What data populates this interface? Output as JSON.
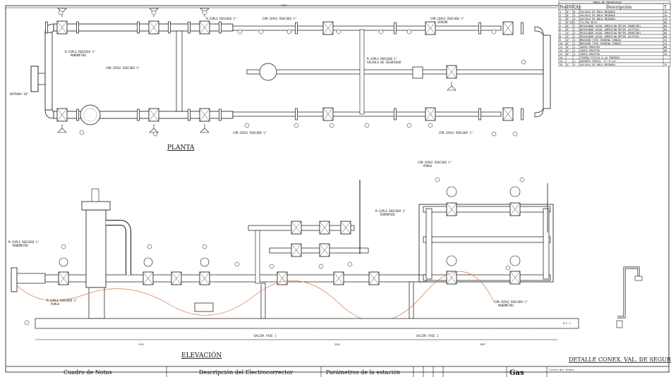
{
  "views": {
    "plan_title": "PLANTA",
    "elevation_title": "ELEVACIÓN",
    "detail_title": "DETALLE CONEX. VAL. DE SEGURIDAD"
  },
  "plan_labels": {
    "inlet_tie": "ENTRADA 10\"",
    "manometro_1": "M.COPLE ROSCADO ½\"",
    "manometro_1b": "MANÓMETRO",
    "manometro_center": "COM.COPLE ROSCADO ½\"",
    "manometro_top_1": "M.COPLE ROSCADO ½\"",
    "manometro_top_2": "COM.COPLE ROSCADO ½\"",
    "sensor_top": "COM.COPLE ROSCADO ½\"",
    "sensor_top_b": "SENSOR",
    "relief_valve": "M.COPLE ROSCADO 1\"",
    "relief_valve_b": "VÁLVULA DE SEGURIDAD",
    "bottom_sensor_1": "COM.COPLE ROSCADO ½\"",
    "bottom_sensor_2": "COM.COPLE ROSCADO ½\""
  },
  "elev_labels": {
    "purga_1": "M.COPLE ROSCADO ½\"",
    "purga_1b": "PURGA",
    "tank_gauge": "M.COPLE ROSCADO ½\"",
    "tank_gauge_b": "MANÓMETRO",
    "termopozo": "M.COPLE ROSCADO ½\"",
    "termopozo_b": "TERMOPOZO",
    "purga_top": "COM.COPLE ROSCADO ½\"",
    "purga_top_b": "PURGA",
    "manometro_right": "COM.COPLE ROSCADO ½\"",
    "manometro_right_b": "MANÓMETRO",
    "ground_left": "DALIDA FASE 1",
    "ground_right": "SALIDA FASE 1"
  },
  "dimensions": {
    "plan_total": "7390",
    "elev_left": "3243",
    "elev_mid": "3302",
    "elev_right": "2887",
    "ref_level": "N.P.T."
  },
  "parts_table": {
    "caption": "TABLA DE MATERIALES",
    "headers": [
      "Pos",
      "DN",
      "Qty",
      "Descripción",
      "T"
    ],
    "rows": [
      [
        "1",
        "8\"",
        "6",
        "VALVULA DE BOLA BRIDADA",
        "15"
      ],
      [
        "2",
        "8\"",
        "4",
        "VALVULA DE BOLA BRIDADA",
        "15"
      ],
      [
        "3",
        "6\"",
        "4",
        "VALVULA DE BOLA BRIDADA",
        "15"
      ],
      [
        "4",
        "6\"x4\"",
        "1",
        "FILTRO SECO",
        "60"
      ],
      [
        "5",
        "6\"",
        "2",
        "REGULADOR AXIAL AMERICAN METER (MONITOR)",
        "60"
      ],
      [
        "6",
        "6\"",
        "2",
        "REGULADOR AXIAL AMERICAN METER (ACTIVO)",
        "60"
      ],
      [
        "7",
        "4\"",
        "2",
        "REGULADOR AXIAL AMERICAN METER (MONITOR)",
        "60"
      ],
      [
        "8",
        "4\"",
        "2",
        "REGULADOR AXIAL AMERICAN METER (ACTIVO)",
        "60"
      ],
      [
        "9",
        "4\"",
        "1",
        "MEDIDOR TIPO TURBINA SENSUS",
        "15"
      ],
      [
        "10",
        "8\"",
        "1",
        "MEDIDOR TIPO TURBINA SENSUS",
        "15"
      ],
      [
        "11",
        "6\"",
        "1",
        "JUNTA PROSTEK",
        "60"
      ],
      [
        "12",
        "4\"",
        "1",
        "JUNTA PROSTEK",
        "60"
      ],
      [
        "13",
        "8\"",
        "1",
        "JUNTA PROSTEK",
        "15"
      ],
      [
        "14",
        "",
        "",
        "TIERRA FISICA A LA TUBERIA",
        ""
      ],
      [
        "15",
        "",
        "1",
        "SOPORTE PERFIL \"I\" 6\"x4\"",
        ""
      ],
      [
        "16",
        "4\"",
        "4",
        "VALVULA DE BOLA BRIDADA",
        "15"
      ]
    ]
  },
  "title_block": {
    "notes": "Cuadro de Notas",
    "corrector": "Descripción del Electrocorrector",
    "params": "Parámetros de la estación",
    "logo": "Gas",
    "sheet_title_label": "Título del plano:"
  }
}
